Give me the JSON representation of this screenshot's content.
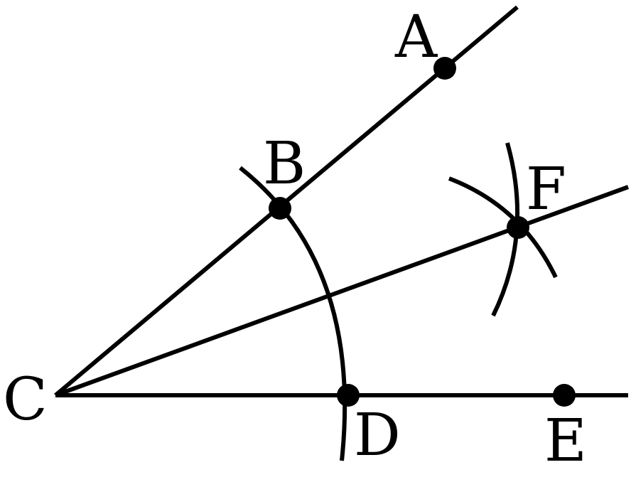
{
  "diagram": {
    "type": "angle-bisector-construction",
    "stroke_color": "#000000",
    "background": "#ffffff",
    "points": {
      "A": {
        "label": "A"
      },
      "B": {
        "label": "B"
      },
      "C": {
        "label": "C"
      },
      "D": {
        "label": "D"
      },
      "E": {
        "label": "E"
      },
      "F": {
        "label": "F"
      }
    },
    "rays": [
      {
        "from": "C",
        "through": [
          "B",
          "A"
        ]
      },
      {
        "from": "C",
        "through": [
          "D",
          "E"
        ]
      },
      {
        "from": "C",
        "through": [
          "F"
        ]
      }
    ],
    "arcs": [
      {
        "center": "C",
        "through": [
          "B",
          "D"
        ]
      },
      {
        "center": "B",
        "near": "F"
      },
      {
        "center": "D",
        "near": "F"
      }
    ]
  }
}
